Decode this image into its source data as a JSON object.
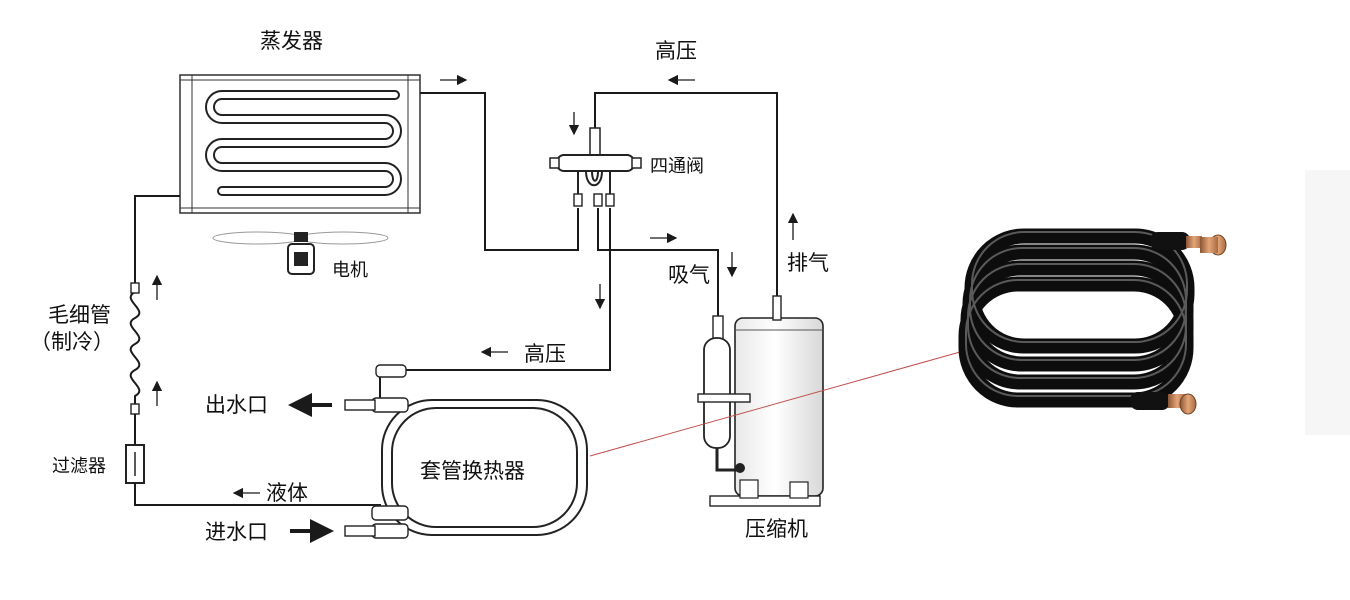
{
  "labels": {
    "evaporator": "蒸发器",
    "high_pressure_top": "高压",
    "four_way_valve": "四通阀",
    "motor": "电机",
    "suction": "吸气",
    "discharge": "排气",
    "capillary": "毛细管",
    "capillary_note": "（制冷）",
    "high_pressure_mid": "高压",
    "water_outlet": "出水口",
    "filter": "过滤器",
    "liquid": "液体",
    "water_inlet": "进水口",
    "exchanger": "套管换热器",
    "compressor": "压缩机"
  },
  "colors": {
    "pipe": "#1a1a1a",
    "leader_line": "#c0504d",
    "coil": "#0d0d0d",
    "copper": "#c98a5a"
  },
  "icons": {
    "fan": "fan-blade-icon",
    "motor": "motor-icon"
  }
}
